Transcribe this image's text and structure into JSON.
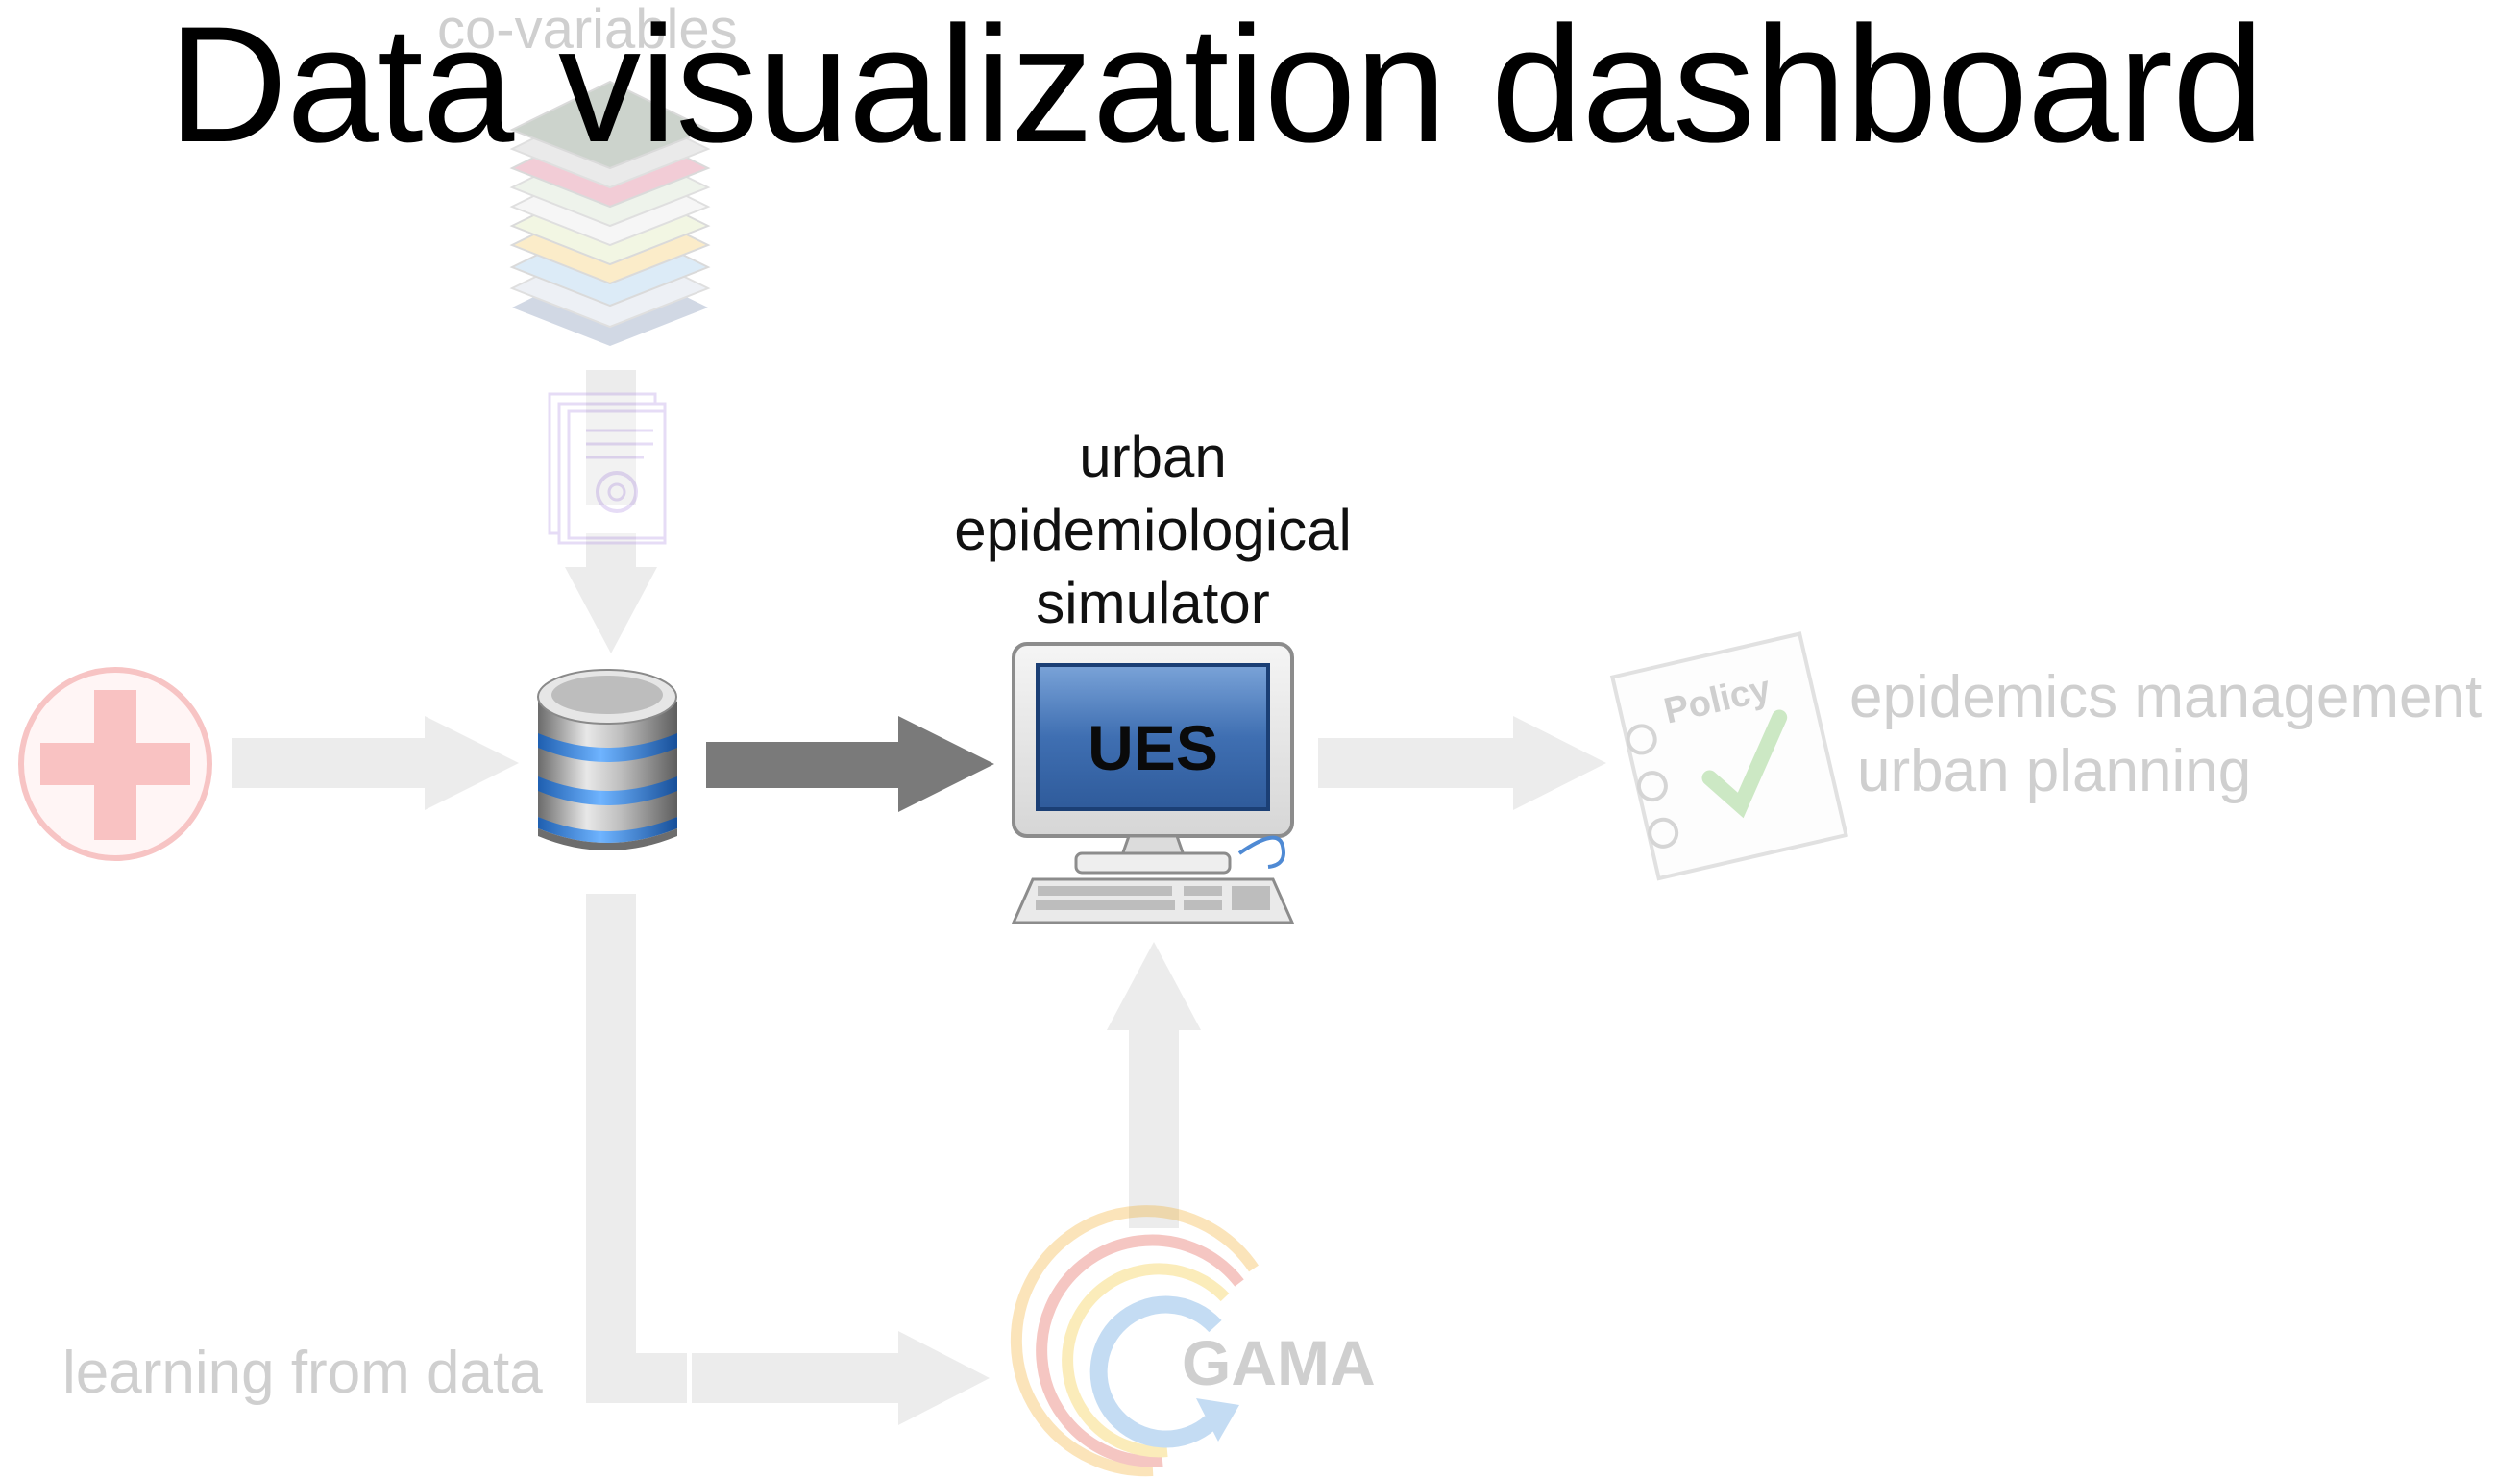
{
  "title": "Data visualization dashboard",
  "covariables_label": "co-variables",
  "simulator": {
    "caption_lines": [
      "urban",
      "epidemiological",
      "simulator"
    ],
    "screen_label": "UES"
  },
  "outputs": {
    "line1": "epidemics management",
    "line2": "urban planning",
    "policy_sheet_text": "Policy"
  },
  "learning_label": "learning from data",
  "gama_label": "GAMA",
  "icons": {
    "health": "medical-cross-icon",
    "layers": "map-layers-icon",
    "document": "config-document-icon",
    "database": "database-icon",
    "computer": "computer-icon",
    "policy": "policy-checklist-icon",
    "gama": "gama-logo-icon"
  },
  "colors": {
    "faded_arrow": "#e8e8e8",
    "active_arrow": "#7a7a7a",
    "faded_text": "#cfcfcf",
    "screen_blue": "#3c6fb5",
    "health_red": "#f7b8b8"
  }
}
